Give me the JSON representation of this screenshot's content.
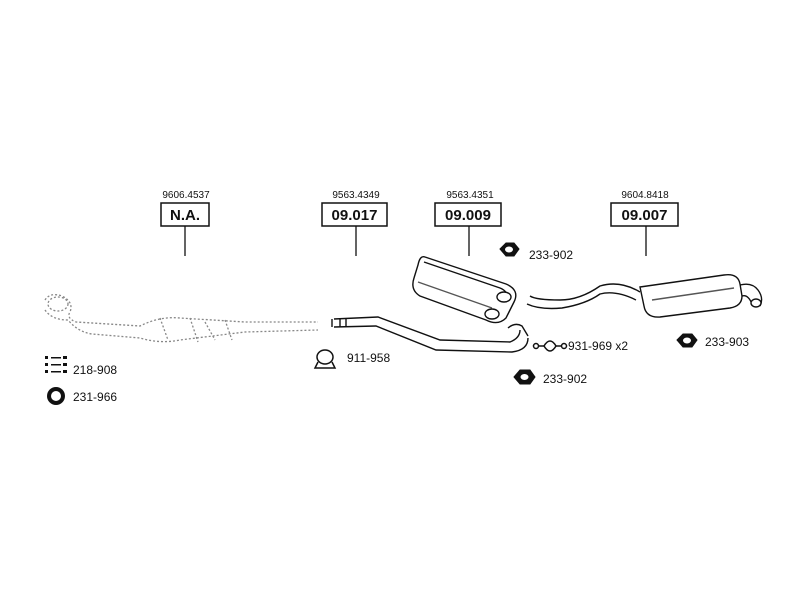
{
  "sections": [
    {
      "oe_number": "9606.4537",
      "code": "N.A."
    },
    {
      "oe_number": "9563.4349",
      "code": "09.017"
    },
    {
      "oe_number": "9563.4351",
      "code": "09.009"
    },
    {
      "oe_number": "9604.8418",
      "code": "09.007"
    }
  ],
  "accessories": {
    "nut_top": "233-902",
    "clamp": "911-958",
    "bracket": "931-969 x2",
    "nut_mid": "233-902",
    "nut_rear": "233-903",
    "kit": "218-908",
    "ring": "231-966"
  },
  "colors": {
    "line": "#111111",
    "muffler": "#ffffff",
    "ghost": "#888888"
  }
}
